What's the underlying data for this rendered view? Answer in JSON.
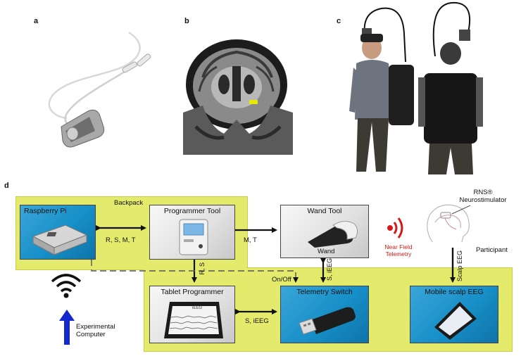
{
  "panels": {
    "a": "a",
    "b": "b",
    "c": "c",
    "d": "d"
  },
  "backpack_label": "Backpack",
  "boxes": {
    "raspberry_pi": "Raspberry Pi",
    "programmer_tool": "Programmer Tool",
    "wand_tool": "Wand Tool",
    "wand_sub": "Wand",
    "tablet_programmer": "Tablet Programmer",
    "tablet_screen": "iEEG",
    "telemetry_switch": "Telemetry Switch",
    "mobile_scalp_eeg": "Mobile scalp EEG"
  },
  "connections": {
    "pi_programmer": "R, S, M, T",
    "programmer_wand": "M, T",
    "programmer_tablet": "R, S",
    "wand_telemetry": "S, iEEG",
    "tablet_telemetry": "S, iEEG",
    "on_off": "On/Off",
    "scalp_eeg": "Scalp EEG"
  },
  "near_field": {
    "line1": "Near Field",
    "line2": "Telemetry"
  },
  "rns": {
    "line1": "RNS®",
    "line2": "Neurostimulator"
  },
  "participant": "Participant",
  "experimental": {
    "line1": "Experimental",
    "line2": "Computer"
  },
  "colors": {
    "zone": "#e4ea6c",
    "box_blue": "#1a8fc8",
    "telemetry_red": "#d21a1a",
    "arrow_blue": "#1428d0"
  }
}
